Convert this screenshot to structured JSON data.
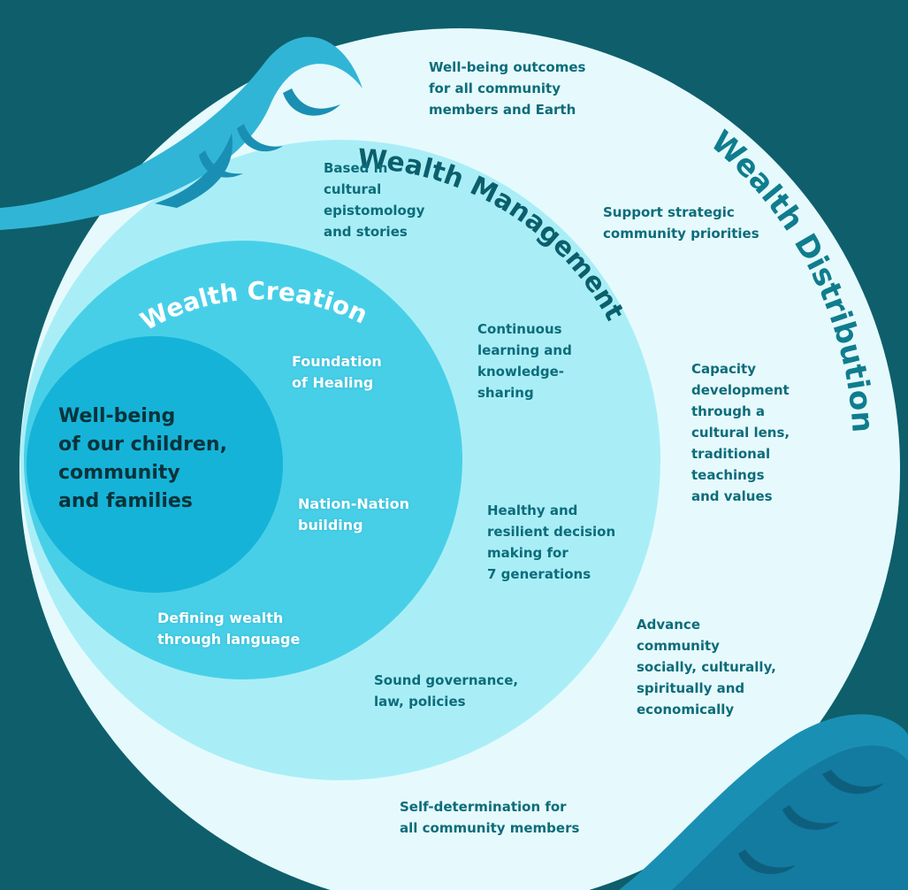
{
  "colors": {
    "background": "#0e5f6b",
    "outer_ring": "#e6fafd",
    "middle_ring": "#a9eef7",
    "inner_ring": "#48cfe8",
    "core": "#16b3d8",
    "text_dark": "#0d6c7a",
    "text_core": "#08333a",
    "wave_light": "#31b5d6",
    "wave_dark": "#1a8fb4"
  },
  "rings": {
    "outer_title": "Wealth Distribution",
    "middle_title": "Wealth Management",
    "inner_title": "Wealth Creation"
  },
  "core": {
    "text": "Well-being\nof our children,\ncommunity\nand families"
  },
  "creation_items": [
    "Foundation\nof Healing",
    "Nation-Nation\nbuilding",
    "Defining wealth\nthrough language"
  ],
  "management_items": [
    "Based in\ncultural\nepistomology\nand stories",
    "Continuous\nlearning and\nknowledge-\nsharing",
    "Healthy and\nresilient decision\nmaking for\n7 generations",
    "Sound governance,\nlaw, policies"
  ],
  "distribution_items": [
    "Well-being outcomes\nfor all community\nmembers and Earth",
    "Support strategic\ncommunity priorities",
    "Capacity\ndevelopment\nthrough a\ncultural lens,\ntraditional\nteachings\nand values",
    "Advance\ncommunity\nsocially, culturally,\nspiritually and\neconomically",
    "Self-determination for\nall community members"
  ],
  "icons": [
    "wave-top-left-icon",
    "wave-bottom-right-icon"
  ]
}
